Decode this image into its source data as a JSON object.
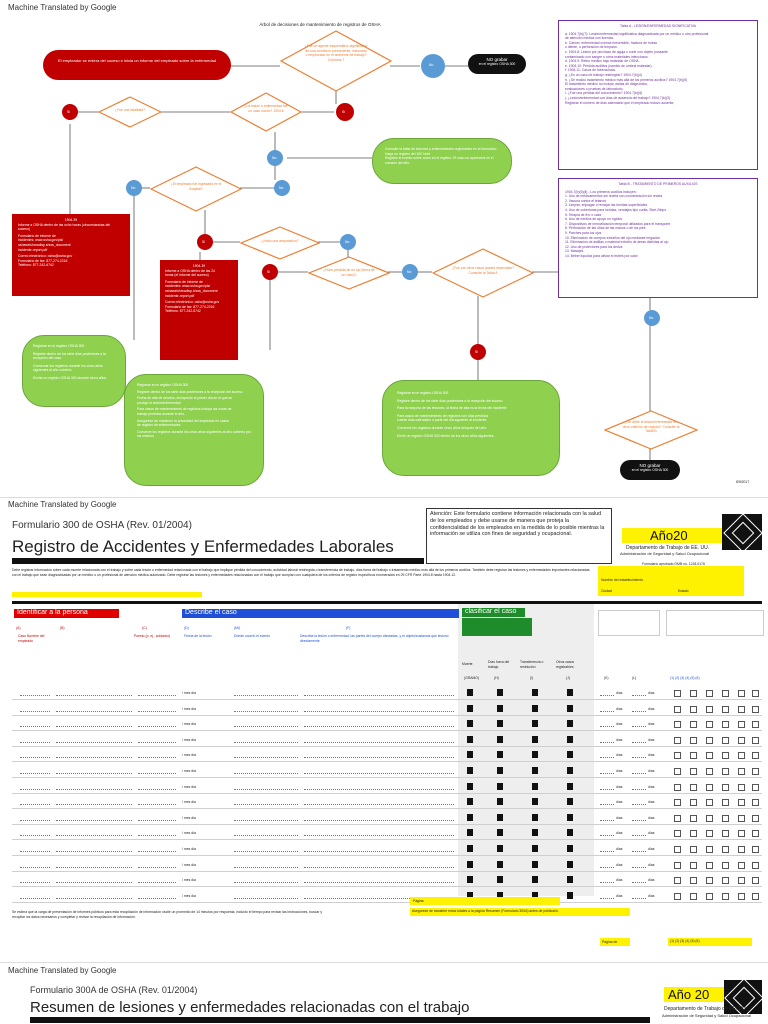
{
  "pages": [
    {
      "mt_label": "Machine Translated by Google"
    },
    {
      "mt_label": "Machine Translated by Google"
    },
    {
      "mt_label": "Machine Translated by Google"
    }
  ],
  "flow": {
    "title": "Árbol de decisiones de mantenimiento de registros de OSHA",
    "start": "El empleador se entera del suceso e inicia un informe del empleado sobre la enfermedad",
    "q1": "¿Fue un agente esquemático significativo de una condición preexistente, lesionado o empeorado en el ambiente de trabajo? Columna 7",
    "no_graba_1": "NO grabar",
    "no_graba_1b": "en el registro OSHA 300",
    "q_fatal": "¿Fue una fatalidad?",
    "q_lesion": "¿La lesión o enfermedad fue un caso nuevo? 1904.6",
    "q_work": "¿El empleado fue ingresado en el hospital?",
    "q_amputation": "¿Hubo una amputación?",
    "q_eye": "¿Hubo pérdida de un ojo (fuera de un caso)?",
    "q_general": "¿Fue por otros casos graves especiales? Consulte la Tabla A",
    "q_final": "¿Se debe la lesión/enfermedad en otros criterios de registro? Consulte la Tabla B",
    "no_graba_2": "NO grabar",
    "no_graba_2b": "en el registro OSHA 300",
    "si": "Sí",
    "no": "No",
    "date": "8/9/2017",
    "red1_title": "1904.39",
    "red1_lines": [
      "Informe a OSHA dentro de las ocho horas (circunstancias del",
      "suceso)",
      "Formulario de informe de",
      "incidentes: www.osha.gov/pls/",
      "oshaweb/owadisp.show_document",
      "incidente-report.pdf",
      "Correo electrónico: osha@osha.gov",
      "Formulario de fax: 877-274-2216",
      "Teléfono: 877-242-6742"
    ],
    "red2_title": "1904.39",
    "red2_lines": [
      "Informe a OSHA dentro de las 24",
      "horas (el informe del suceso)",
      "Formulario de informe de",
      "incidentes: www.osha.gov/pls/",
      "oshaweb/owadisp.show_document",
      "incidente-report.pdf",
      "Correo electrónico: osha@osha.gov",
      "Formulario de fax: 877-274-2216",
      "Teléfono: 877-242-6742"
    ],
    "green_top": [
      "Consulte la tabla de lesiones y enfermedades registrables en el formulario",
      "Haga un registro del 300 Note",
      "Registre el evento sobre como es el registro. El caso no aparecerá en el sumario del año."
    ],
    "green_left": [
      "Registrar en el registro OSHA 300",
      "Registre dentro de los siete días posteriores a la recepción del caso",
      "Conservar los registros durante los cinco años siguientes al año cubierto",
      "Enviar un registro OSHA 300 durante cinco años."
    ],
    "green_mid": [
      "Registrar en el registro OSHA 300",
      "Registre dentro de los siete días posteriores a la recepción del suceso",
      "Fecha de alta de servicio, incluyendo el primer día en el que se",
      "produjo la lesión/enfermedad",
      "Para casos de mantenimiento de registros incluya las horas de",
      "trabajo perdidas durante el año.",
      "Asegúrese de mantener la privacidad del empleado en casos",
      "de registro de enfermedades.",
      "Conserve los registros durante los cinco años siguientes al año cubierto por los mismos"
    ],
    "green_right": [
      "Registrar en el registro OSHA 300",
      "Registre dentro de los siete días posteriores a la recepción del suceso",
      "Para la mayoría de las lesiones, la fecha de alta es la fecha del incidente",
      "Para casos de mantenimiento de registros con días perdidos",
      "cuente días calendario a partir del día siguiente al incidente.",
      "Conserve los registros durante cinco años después del año.",
      "Envíe un registro OSHA 300 dentro de los cinco años siguientes."
    ],
    "tableA_title": "Tabla A - LESIÓN/ENFERMEDAD SIGNIFICATIVA",
    "tableA_lines": [
      "a. 1904.7(b)(7): Lesión/enfermedad significativa diagnosticada por un médico u otro profesional",
      "   de atención médica con licencia.",
      "b. Cáncer, enfermedad crónica irreversible, fractura de hueso",
      "   o diente, o perforación de tímpano.",
      "c. 1904.8: Lesión por pinchazo de aguja o corte con objeto punzante",
      "   contaminado con sangre u otros materiales infecciosos.",
      "d. 1904.9: Retiro médico bajo estándar de OSHA.",
      "e. 1904.10: Pérdida auditiva (cambio de umbral estándar).",
      "f. 1904.11: Casos de tuberculosis.",
      "g. ¿Es un caso de trabajo restringido? 1904.7(b)(4)",
      "h. ¿Se realizó tratamiento médico más allá de los primeros auxilios? 1904.7(b)(5)",
      "   El tratamiento médico no incluye visitas de diagnóstico,",
      "   evaluaciones o pruebas de laboratorio.",
      "i. ¿Fue una pérdida del conocimiento? 1904.7(b)(6)",
      "j. ¿Lesión/enfermedad con días de ausencia del trabajo? 1904.7(b)(3)",
      "   Registrar el número de días calendario que el empleado estuvo ausente."
    ],
    "tableB_title": "Tabla B - TRATAMIENTO DE PRIMEROS AUXILIOS",
    "tableB_lines": [
      "1904.7(b)(5)(ii) - Los primeros auxilios incluyen:",
      "1. Uso de medicamentos sin receta con concentración sin receta",
      "2. Vacuna contra el tétanos",
      "3. Limpiar, enjuagar o remojar las heridas superficiales",
      "4. Uso de coberturas para heridas, vendajes tipo curita, Steri-Strips",
      "5. Terapia de frío o calor",
      "6. Uso de medios de apoyo no rígidos",
      "7. Dispositivos de inmovilización temporal utilizados para el transporte",
      "8. Perforación de las uñas de las manos o de los pies",
      "9. Parches para los ojos",
      "10. Eliminación de cuerpos extraños del ojo mediante irrigación",
      "11. Eliminación de astillas o material extraño de áreas distintas al ojo",
      "12. Uso de protectores para los dedos",
      "13. Masajes",
      "14. Beber líquidos para aliviar el estrés por calor"
    ]
  },
  "form300": {
    "title_small": "Formulario 300 de OSHA (Rev. 01/2004)",
    "title_big": "Registro de Accidentes y Enfermedades Laborales",
    "attention": "Atención: Este formulario contiene información relacionada con la salud de los empleados y debe usarse de manera que proteja la confidencialidad de los empleados en la medida de lo posible mientras la información se utiliza con fines de seguridad y ocupacional.",
    "year": "Año20",
    "dept": "Departamento de Trabajo de EE. UU.",
    "agency": "Administración de Seguridad y Salud Ocupacional",
    "omb": "Formulario aprobado OMB no. 1218-0176",
    "intro": "Debe registrar información sobre cada muerte relacionada con el trabajo y sobre cada lesión o enfermedad relacionada con el trabajo que implique pérdida del conocimiento, actividad laboral restringida o transferencia de trabajo, días fuera del trabajo o tratamiento médico más allá de los primeros auxilios. También debe registrar las lesiones y enfermedades importantes relacionadas con el trabajo que sean diagnosticadas por un médico o un profesional de atención médica autorizado. Debe registrar las lesiones y enfermedades relacionadas con el trabajo que cumplan con cualquiera de los criterios de registro específicos enumerados en 29 CFR Parte 1904.8 hasta 1904.12.",
    "est_name": "Nombre del establecimiento",
    "city": "Ciudad",
    "state": "Estado",
    "sec_person": "Identificar a la persona",
    "sec_case": "Describe el caso",
    "sec_classify": "clasificar el caso",
    "col_a": "(A)",
    "col_b": "(B)",
    "col_c": "(C)",
    "col_d": "(D)",
    "col_e": "(MI)",
    "col_f": "(F)",
    "b_label": "Caso Nombre del empleado",
    "c_label": "Puesto (p. ej., soldador)",
    "d_label": "Fecha de la lesión",
    "e_label": "Dónde ocurrió el evento",
    "f_label": "Describa la lesión o enfermedad, las partes del cuerpo afectadas, y el objeto/sustancia que lesionó directamente",
    "death": "Muerte",
    "days_away": "Días fuera del trabajo",
    "transfer": "Transferencia o restricción",
    "other": "Otros casos registrables",
    "col_g": "(GRAMO)",
    "col_h": "(H)",
    "col_i": "(I)",
    "col_j": "(J)",
    "col_k": "(K)",
    "col_l": "(L)",
    "days_word": "días",
    "mes_dia": "/ mes día",
    "page_label": "Página",
    "totals_note": "Asegúrese de transferir estos totales a la página Resumen (Formulario 300A) antes de publicarlo.",
    "page_of": "Página de",
    "illness_cols": "(1) (2) (3) (4) (5) (6)",
    "footer": "Se estima que la carga de presentación de informes públicos para esta recopilación de información oscile un promedio de 14 minutos por respuesta, incluido el tiempo para revisar las instrucciones, buscar y recopilar los datos necesarios y completar y revisar la recopilación de información."
  },
  "form300a": {
    "title_small": "Formulario 300A de OSHA (Rev. 01/2004)",
    "title_big": "Resumen de lesiones y enfermedades relacionadas con el trabajo",
    "year": "Año 20",
    "dept": "Departamento de Trabajo de EE. UU.",
    "agency": "Administración de Seguridad y Salud Ocupacional"
  },
  "colors": {
    "red": "#c00000",
    "green": "#8fd14f",
    "orange": "#ed7d31",
    "blue": "#5b9bd5",
    "purple": "#7030a0",
    "yellow": "#fff200"
  }
}
